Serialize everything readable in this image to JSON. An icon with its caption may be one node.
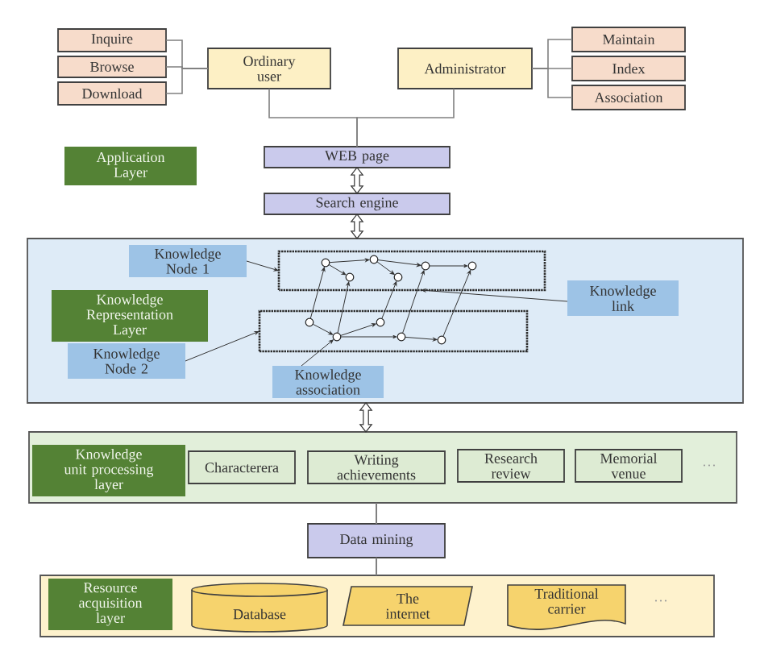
{
  "diagram": {
    "nodes": [
      {
        "text": [
          "Inquire"
        ]
      },
      {
        "text": [
          "Browse"
        ]
      },
      {
        "text": [
          "Download"
        ]
      },
      {
        "text": [
          "Ordinary user"
        ]
      },
      {
        "text": [
          "Administrator"
        ]
      },
      {
        "text": [
          "Maintain"
        ]
      },
      {
        "text": [
          "Index"
        ]
      },
      {
        "text": [
          "Association"
        ]
      },
      {
        "text": [
          "Application Layer"
        ]
      },
      {
        "text": [
          "WEB page"
        ]
      },
      {
        "text": [
          "Search engine"
        ]
      },
      {
        "text": [],
        "shape": "box"
      },
      {
        "text": [
          "Knowledge Node 1"
        ],
        "in": 11
      },
      {
        "text": [],
        "shape": "parallelogram",
        "in": 11
      },
      {
        "text": [],
        "shape": "circle",
        "in": 13
      },
      {
        "text": [],
        "shape": "circle",
        "in": 13
      },
      {
        "text": [],
        "shape": "circle",
        "in": 13
      },
      {
        "text": [],
        "shape": "circle",
        "in": 13
      },
      {
        "text": [],
        "shape": "circle",
        "in": 13
      },
      {
        "text": [],
        "shape": "circle",
        "in": 13
      },
      {
        "text": [
          "Knowledge Representation Layer"
        ],
        "in": 11
      },
      {
        "text": [
          "Knowledge link"
        ],
        "in": 11
      },
      {
        "text": [
          "Knowledge Node 2"
        ],
        "in": 11
      },
      {
        "text": [],
        "shape": "parallelogram",
        "in": 11
      },
      {
        "text": [],
        "shape": "circle",
        "in": 23
      },
      {
        "text": [],
        "shape": "circle",
        "in": 23
      },
      {
        "text": [],
        "shape": "circle",
        "in": 23
      },
      {
        "text": [],
        "shape": "circle",
        "in": 23
      },
      {
        "text": [],
        "shape": "circle",
        "in": 23
      },
      {
        "text": [
          "Knowledge association"
        ],
        "in": 11
      },
      {
        "text": [],
        "shape": "box"
      },
      {
        "text": [
          "Knowledge unit processing layer"
        ],
        "in": 30
      },
      {
        "text": [
          "Characterera"
        ],
        "in": 30
      },
      {
        "text": [
          "Writing achievements"
        ],
        "in": 30
      },
      {
        "text": [
          "Research review"
        ],
        "in": 30
      },
      {
        "text": [
          "Memorial venue"
        ],
        "in": 30
      },
      {
        "text": [
          "Data mining"
        ]
      },
      {
        "text": [],
        "shape": "box"
      },
      {
        "text": [
          "Resource acquisition layer"
        ],
        "in": 37
      },
      {
        "text": [
          "Database"
        ],
        "in": 37
      },
      {
        "text": [
          "The internet"
        ],
        "in": 37
      },
      {
        "text": [
          "Traditional carrier"
        ],
        "in": 37
      }
    ],
    "edges": [
      {
        "from": 3,
        "to": 0,
        "arrow": "none",
        "color": "#808080"
      },
      {
        "from": 3,
        "to": 1,
        "arrow": "none",
        "color": "#808080"
      },
      {
        "from": 3,
        "to": 2,
        "arrow": "none",
        "color": "#808080"
      },
      {
        "from": 4,
        "to": 5,
        "arrow": "none",
        "color": "#808080"
      },
      {
        "from": 4,
        "to": 6,
        "arrow": "none",
        "color": "#808080"
      },
      {
        "from": 4,
        "to": 7,
        "arrow": "none",
        "color": "#808080"
      },
      {
        "from": 3,
        "to": 9,
        "arrow": "none",
        "color": "#808080"
      },
      {
        "from": 4,
        "to": 9,
        "arrow": "none",
        "color": "#808080"
      },
      {
        "from": 9,
        "to": 10,
        "arrow": "both",
        "style": "thick"
      },
      {
        "from": 10,
        "to": 11,
        "arrow": "both",
        "style": "thick"
      },
      {
        "from": 12,
        "to": 13,
        "arrow": "to"
      },
      {
        "from": 14,
        "to": 16,
        "arrow": "to"
      },
      {
        "from": 16,
        "to": 18,
        "arrow": "to"
      },
      {
        "from": 18,
        "to": 19,
        "arrow": "to"
      },
      {
        "from": 14,
        "to": 15,
        "arrow": "to"
      },
      {
        "from": 16,
        "to": 17,
        "arrow": "to"
      },
      {
        "from": 24,
        "to": 14,
        "arrow": "to"
      },
      {
        "from": 25,
        "to": 15,
        "arrow": "to"
      },
      {
        "from": 26,
        "to": 17,
        "arrow": "to"
      },
      {
        "from": 27,
        "to": 18,
        "arrow": "to"
      },
      {
        "from": 28,
        "to": 19,
        "arrow": "to"
      },
      {
        "from": 24,
        "to": 25,
        "arrow": "to"
      },
      {
        "from": 25,
        "to": 26,
        "arrow": "to"
      },
      {
        "from": 25,
        "to": 27,
        "arrow": "to"
      },
      {
        "from": 27,
        "to": 28,
        "arrow": "to"
      },
      {
        "from": 21,
        "to": 13,
        "arrow": "to"
      },
      {
        "from": 22,
        "to": 23,
        "arrow": "to"
      },
      {
        "from": 29,
        "to": 25,
        "arrow": "to"
      },
      {
        "from": 11,
        "to": 30,
        "arrow": "both",
        "style": "thick"
      },
      {
        "from": 30,
        "to": 36,
        "arrow": "none",
        "color": "#808080"
      },
      {
        "from": 36,
        "to": 37,
        "arrow": "none",
        "color": "#808080"
      }
    ],
    "labels": [
      "···",
      "···"
    ]
  }
}
